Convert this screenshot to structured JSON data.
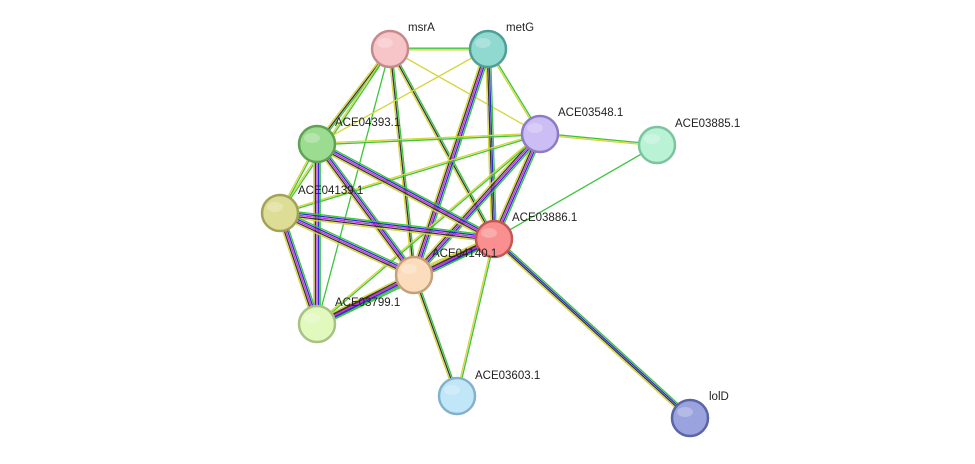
{
  "nodes": [
    {
      "id": "msrA",
      "label": "msrA",
      "color": "#f7c5c7",
      "border": "#c58a8d"
    },
    {
      "id": "metG",
      "label": "metG",
      "color": "#8fd9d0",
      "border": "#4f9f98"
    },
    {
      "id": "ACE03548.1",
      "label": "ACE03548.1",
      "color": "#cdbdf5",
      "border": "#8c7cc4"
    },
    {
      "id": "ACE03885.1",
      "label": "ACE03885.1",
      "color": "#baf2d6",
      "border": "#7bc4a0"
    },
    {
      "id": "ACE04393.1",
      "label": "ACE04393.1",
      "color": "#9cdc90",
      "border": "#5fa254"
    },
    {
      "id": "ACE04139.1",
      "label": "ACE04139.1",
      "color": "#dedd95",
      "border": "#a3a25a"
    },
    {
      "id": "ACE03886.1",
      "label": "ACE03886.1",
      "color": "#f98f8f",
      "border": "#c45656"
    },
    {
      "id": "ACE04140.1",
      "label": "ACE04140.1",
      "color": "#fbdcbd",
      "border": "#c7a07a"
    },
    {
      "id": "ACE03799.1",
      "label": "ACE03799.1",
      "color": "#e1f9bd",
      "border": "#a7c283"
    },
    {
      "id": "ACE03603.1",
      "label": "ACE03603.1",
      "color": "#c1e6f8",
      "border": "#83b3cc"
    },
    {
      "id": "lolD",
      "label": "lolD",
      "color": "#9aa3dd",
      "border": "#5a64a8"
    }
  ],
  "edges": [
    {
      "source": "msrA",
      "target": "metG",
      "colors": [
        "#3cc43c",
        "#d6d63c"
      ]
    },
    {
      "source": "msrA",
      "target": "ACE04393.1",
      "colors": [
        "#3cc43c",
        "#333333",
        "#d6d63c"
      ]
    },
    {
      "source": "msrA",
      "target": "ACE04139.1",
      "colors": [
        "#3cc43c",
        "#d6d63c"
      ]
    },
    {
      "source": "msrA",
      "target": "ACE03886.1",
      "colors": [
        "#3cc43c",
        "#333333",
        "#d6d63c"
      ]
    },
    {
      "source": "msrA",
      "target": "ACE04140.1",
      "colors": [
        "#3cc43c",
        "#333333",
        "#d6d63c"
      ]
    },
    {
      "source": "msrA",
      "target": "ACE03548.1",
      "colors": [
        "#d6d63c"
      ]
    },
    {
      "source": "msrA",
      "target": "ACE03799.1",
      "colors": [
        "#3cc43c"
      ]
    },
    {
      "source": "metG",
      "target": "ACE04393.1",
      "colors": [
        "#d6d63c"
      ]
    },
    {
      "source": "metG",
      "target": "ACE03886.1",
      "colors": [
        "#3cc43c",
        "#2a2ad6",
        "#333333",
        "#d6d63c"
      ]
    },
    {
      "source": "metG",
      "target": "ACE04140.1",
      "colors": [
        "#3cc43c",
        "#2a2ad6",
        "#cc33cc",
        "#333333",
        "#d6d63c"
      ]
    },
    {
      "source": "metG",
      "target": "ACE03548.1",
      "colors": [
        "#3cc43c",
        "#d6d63c"
      ]
    },
    {
      "source": "ACE03548.1",
      "target": "ACE03885.1",
      "colors": [
        "#3cc43c",
        "#d6d63c"
      ]
    },
    {
      "source": "ACE03548.1",
      "target": "ACE04393.1",
      "colors": [
        "#3cc43c",
        "#d6d63c"
      ]
    },
    {
      "source": "ACE03548.1",
      "target": "ACE04139.1",
      "colors": [
        "#3cc43c",
        "#d6d63c"
      ]
    },
    {
      "source": "ACE03548.1",
      "target": "ACE03886.1",
      "colors": [
        "#3cc43c",
        "#2a2ad6",
        "#cc33cc",
        "#333333",
        "#d6d63c"
      ]
    },
    {
      "source": "ACE03548.1",
      "target": "ACE04140.1",
      "colors": [
        "#3cc43c",
        "#2a2ad6",
        "#cc33cc",
        "#333333",
        "#d6d63c"
      ]
    },
    {
      "source": "ACE03548.1",
      "target": "ACE03799.1",
      "colors": [
        "#3cc43c",
        "#d6d63c"
      ]
    },
    {
      "source": "ACE03885.1",
      "target": "ACE03886.1",
      "colors": [
        "#3cc43c"
      ]
    },
    {
      "source": "ACE04393.1",
      "target": "ACE04139.1",
      "colors": [
        "#3cc43c",
        "#d6d63c"
      ]
    },
    {
      "source": "ACE04393.1",
      "target": "ACE03886.1",
      "colors": [
        "#3cc43c",
        "#2a2ad6",
        "#cc33cc",
        "#333333",
        "#d6d63c"
      ]
    },
    {
      "source": "ACE04393.1",
      "target": "ACE04140.1",
      "colors": [
        "#3cc43c",
        "#2a2ad6",
        "#cc33cc",
        "#333333",
        "#d6d63c"
      ]
    },
    {
      "source": "ACE04393.1",
      "target": "ACE03799.1",
      "colors": [
        "#3cc43c",
        "#2a2ad6",
        "#cc33cc",
        "#333333",
        "#d6d63c"
      ]
    },
    {
      "source": "ACE04139.1",
      "target": "ACE03886.1",
      "colors": [
        "#3cc43c",
        "#2a2ad6",
        "#cc33cc",
        "#333333",
        "#d6d63c"
      ]
    },
    {
      "source": "ACE04139.1",
      "target": "ACE04140.1",
      "colors": [
        "#3cc43c",
        "#2a2ad6",
        "#cc33cc",
        "#333333",
        "#d6d63c"
      ]
    },
    {
      "source": "ACE04139.1",
      "target": "ACE03799.1",
      "colors": [
        "#3cc43c",
        "#2a2ad6",
        "#cc33cc",
        "#333333",
        "#d6d63c"
      ]
    },
    {
      "source": "ACE03886.1",
      "target": "ACE04140.1",
      "colors": [
        "#3cc43c",
        "#2a2ad6",
        "#cc33cc",
        "#333333",
        "#d6d63c"
      ]
    },
    {
      "source": "ACE03886.1",
      "target": "ACE03799.1",
      "colors": [
        "#3cc43c",
        "#2a2ad6",
        "#cc33cc",
        "#333333",
        "#d6d63c"
      ]
    },
    {
      "source": "ACE03886.1",
      "target": "ACE03603.1",
      "colors": [
        "#3cc43c",
        "#d6d63c"
      ]
    },
    {
      "source": "ACE03886.1",
      "target": "lolD",
      "colors": [
        "#3cc43c",
        "#2a2ad6",
        "#333333",
        "#d6d63c"
      ]
    },
    {
      "source": "ACE04140.1",
      "target": "ACE03799.1",
      "colors": [
        "#3cc43c",
        "#2a2ad6",
        "#cc33cc",
        "#333333",
        "#d6d63c"
      ]
    },
    {
      "source": "ACE04140.1",
      "target": "ACE03603.1",
      "colors": [
        "#3cc43c",
        "#333333",
        "#d6d63c"
      ]
    }
  ]
}
